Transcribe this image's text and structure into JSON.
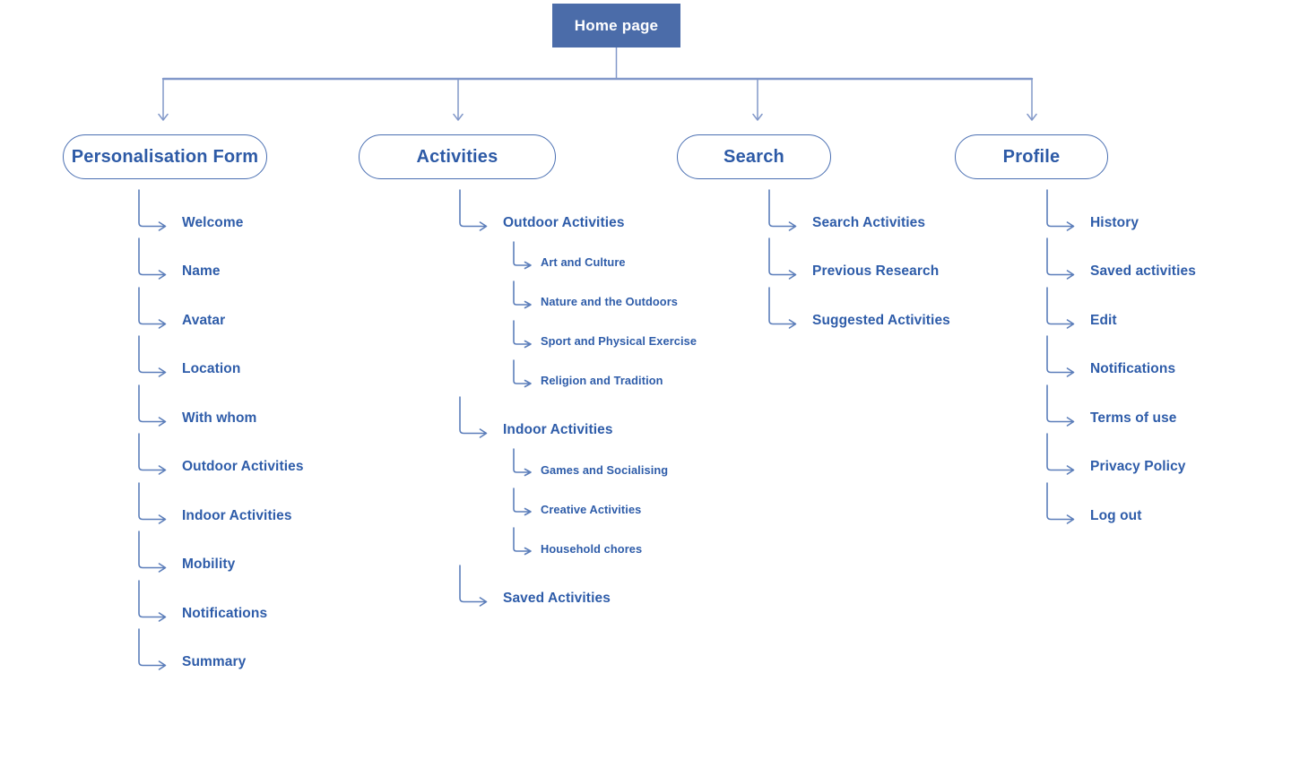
{
  "palette": {
    "home_fill": "#4b6ca9",
    "home_text": "#ffffff",
    "node_border": "#4a6fb2",
    "node_text": "#2d5aa6",
    "item_text": "#2e5ca9",
    "line": "#8298c9",
    "connector": "#5c7eba",
    "background": "#ffffff"
  },
  "root": {
    "label": "Home page"
  },
  "branches": [
    {
      "label": "Personalisation Form",
      "items": [
        {
          "label": "Welcome",
          "level": 1
        },
        {
          "label": "Name",
          "level": 1
        },
        {
          "label": "Avatar",
          "level": 1
        },
        {
          "label": "Location",
          "level": 1
        },
        {
          "label": "With whom",
          "level": 1
        },
        {
          "label": "Outdoor Activities",
          "level": 1
        },
        {
          "label": "Indoor Activities",
          "level": 1
        },
        {
          "label": "Mobility",
          "level": 1
        },
        {
          "label": "Notifications",
          "level": 1
        },
        {
          "label": "Summary",
          "level": 1
        }
      ]
    },
    {
      "label": "Activities",
      "items": [
        {
          "label": "Outdoor Activities",
          "level": 1
        },
        {
          "label": "Art and Culture",
          "level": 2
        },
        {
          "label": "Nature and the Outdoors",
          "level": 2
        },
        {
          "label": "Sport and Physical Exercise",
          "level": 2
        },
        {
          "label": "Religion and Tradition",
          "level": 2
        },
        {
          "label": "Indoor Activities",
          "level": 1
        },
        {
          "label": "Games and Socialising",
          "level": 2
        },
        {
          "label": "Creative Activities",
          "level": 2
        },
        {
          "label": "Household chores",
          "level": 2
        },
        {
          "label": "Saved Activities",
          "level": 1
        }
      ]
    },
    {
      "label": "Search",
      "items": [
        {
          "label": "Search Activities",
          "level": 1
        },
        {
          "label": "Previous Research",
          "level": 1
        },
        {
          "label": "Suggested Activities",
          "level": 1
        }
      ]
    },
    {
      "label": "Profile",
      "items": [
        {
          "label": "History",
          "level": 1
        },
        {
          "label": "Saved activities",
          "level": 1
        },
        {
          "label": "Edit",
          "level": 1
        },
        {
          "label": "Notifications",
          "level": 1
        },
        {
          "label": "Terms of use",
          "level": 1
        },
        {
          "label": "Privacy Policy",
          "level": 1
        },
        {
          "label": "Log out",
          "level": 1
        }
      ]
    }
  ]
}
